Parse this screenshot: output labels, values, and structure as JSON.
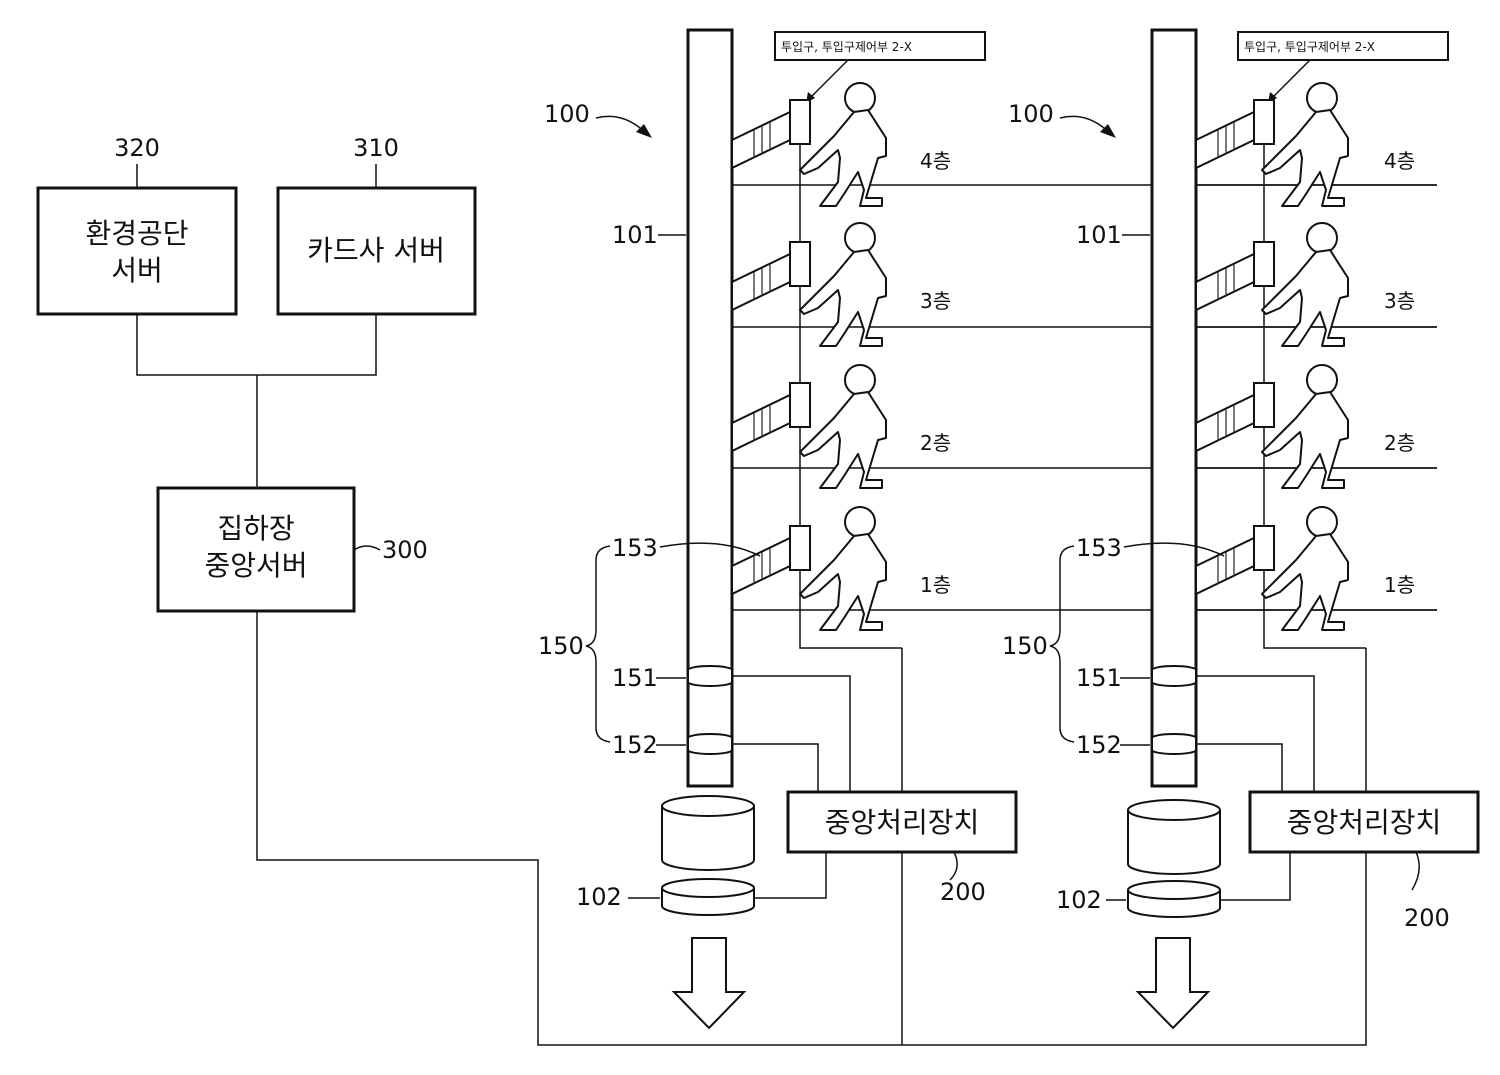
{
  "servers": {
    "env_server": {
      "ref": "320",
      "line1": "환경공단",
      "line2": "서버"
    },
    "card_server": {
      "ref": "310",
      "text": "카드사 서버"
    },
    "central_server": {
      "ref": "300",
      "line1": "집하장",
      "line2": "중앙서버"
    }
  },
  "towers": [
    {
      "id": "left",
      "ref_system": "100",
      "ref_pipe": "101",
      "ref_tank": "102",
      "ref_group": "150",
      "ref_151": "151",
      "ref_152": "152",
      "ref_153": "153",
      "inlet_label": "투입구, 투입구제어부  2-X",
      "floors": [
        "4층",
        "3층",
        "2층",
        "1층"
      ],
      "cpu": {
        "text": "중앙처리장치",
        "ref": "200"
      }
    },
    {
      "id": "right",
      "ref_system": "100",
      "ref_pipe": "101",
      "ref_tank": "102",
      "ref_group": "150",
      "ref_151": "151",
      "ref_152": "152",
      "ref_153": "153",
      "inlet_label": "투입구, 투입구제어부  2-X",
      "floors": [
        "4층",
        "3층",
        "2층",
        "1층"
      ],
      "cpu": {
        "text": "중앙처리장치",
        "ref": "200"
      }
    }
  ]
}
